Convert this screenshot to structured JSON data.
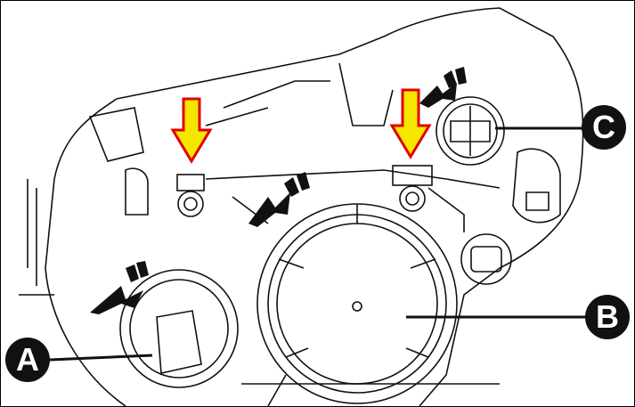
{
  "labels": {
    "a": "A",
    "b": "B",
    "c": "C"
  },
  "colors": {
    "arrow_fill": "#f5e600",
    "arrow_outline": "#e00000",
    "line": "#111111"
  }
}
